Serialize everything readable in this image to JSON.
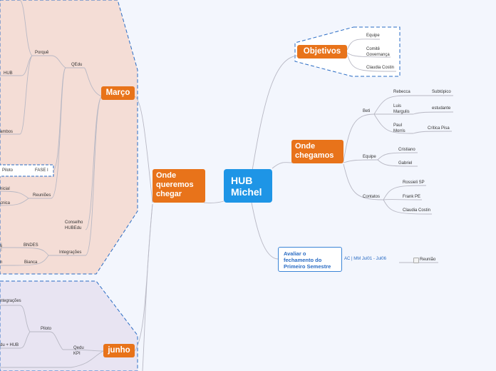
{
  "central": {
    "label": "HUB\nMichel"
  },
  "objetivos": {
    "label": "Objetivos",
    "children": [
      "Equipe",
      "Comitê\nGovernança",
      "Claudia Costin"
    ]
  },
  "onde_chegamos": {
    "label": "Onde\nchegamos",
    "beti": {
      "label": "Beti",
      "rebecca": "Rebecca",
      "subtopico": "Subtópico",
      "luis": "Luis\nMargulis",
      "estudante": "estudante",
      "paul": "Paul\nMorris",
      "critica": "Crítica Pisa"
    },
    "equipe": {
      "label": "Equipe",
      "children": [
        "Cristiano",
        "Gabriel"
      ]
    },
    "contatos": {
      "label": "Contatos",
      "children": [
        "Rossieli SP",
        "Frank PE",
        "Claudia Costin"
      ]
    }
  },
  "avaliar": {
    "label": "Avaliar o\nfechamento do\nPrimeiro Semestre",
    "relation": "AC | MM  Jul01 - Jul06",
    "task": "Reunião"
  },
  "onde_queremos": {
    "label": "Onde\nqueremos\nchegar"
  },
  "marco": {
    "label": "Março",
    "qedu": "QEdu",
    "porque": "Porquê",
    "hub": "HUB",
    "ambos": "ambos",
    "piloto": "Piloto",
    "fase": "FASE I",
    "reunioes": "Reuniões",
    "inicial": "nicial",
    "tecnica": "cnica",
    "conselho": "Conselho\nHUBEdu",
    "integracoes": "Integrações",
    "bndes": "BNDES",
    "bianca": "Bianca",
    "frag_s": "s",
    "frag_n": "n"
  },
  "junho": {
    "label": "junho",
    "integracoes": "ntegrações",
    "piloto": "Piloto",
    "qedu_hub": "du + HUB",
    "qedu_kpi": "Qedu\nKPI"
  },
  "colors": {
    "orange": "#e8731a",
    "central": "#1e95e6",
    "marco_bg": "#f4ddd6",
    "junho_bg": "#e8e4f2",
    "boundary": "#2a6cc4"
  }
}
